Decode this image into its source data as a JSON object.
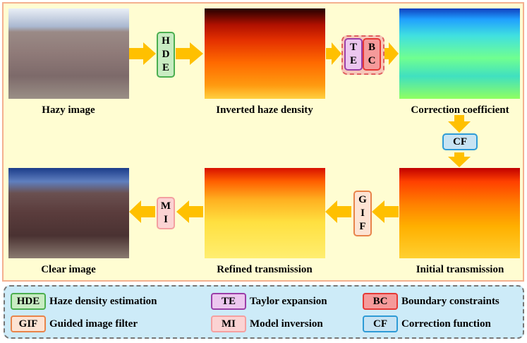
{
  "images": {
    "hazy": "Hazy image",
    "inverted": "Inverted haze density",
    "correction": "Correction coefficient",
    "clear": "Clear image",
    "refined": "Refined transmission",
    "initial": "Initial transmission"
  },
  "steps": {
    "hde": [
      "H",
      "D",
      "E"
    ],
    "te": [
      "T",
      "E"
    ],
    "bc": [
      "B",
      "C"
    ],
    "cf": "CF",
    "gif": [
      "G",
      "I",
      "F"
    ],
    "mi": [
      "M",
      "I"
    ]
  },
  "legend": [
    {
      "abbr": "HDE",
      "text": "Haze density estimation",
      "color": "#4caf50",
      "fill": "#c8ecc2"
    },
    {
      "abbr": "TE",
      "text": "Taylor expansion",
      "color": "#9b3fa8",
      "fill": "#ecc7ef"
    },
    {
      "abbr": "BC",
      "text": "Boundary constraints",
      "color": "#e53935",
      "fill": "#f59a9a"
    },
    {
      "abbr": "GIF",
      "text": "Guided image filter",
      "color": "#e8844a",
      "fill": "#fde3d3"
    },
    {
      "abbr": "MI",
      "text": "Model inversion",
      "color": "#f4a0a0",
      "fill": "#fbd3d3"
    },
    {
      "abbr": "CF",
      "text": "Correction function",
      "color": "#2e9bd6",
      "fill": "#c7e3f3"
    }
  ]
}
